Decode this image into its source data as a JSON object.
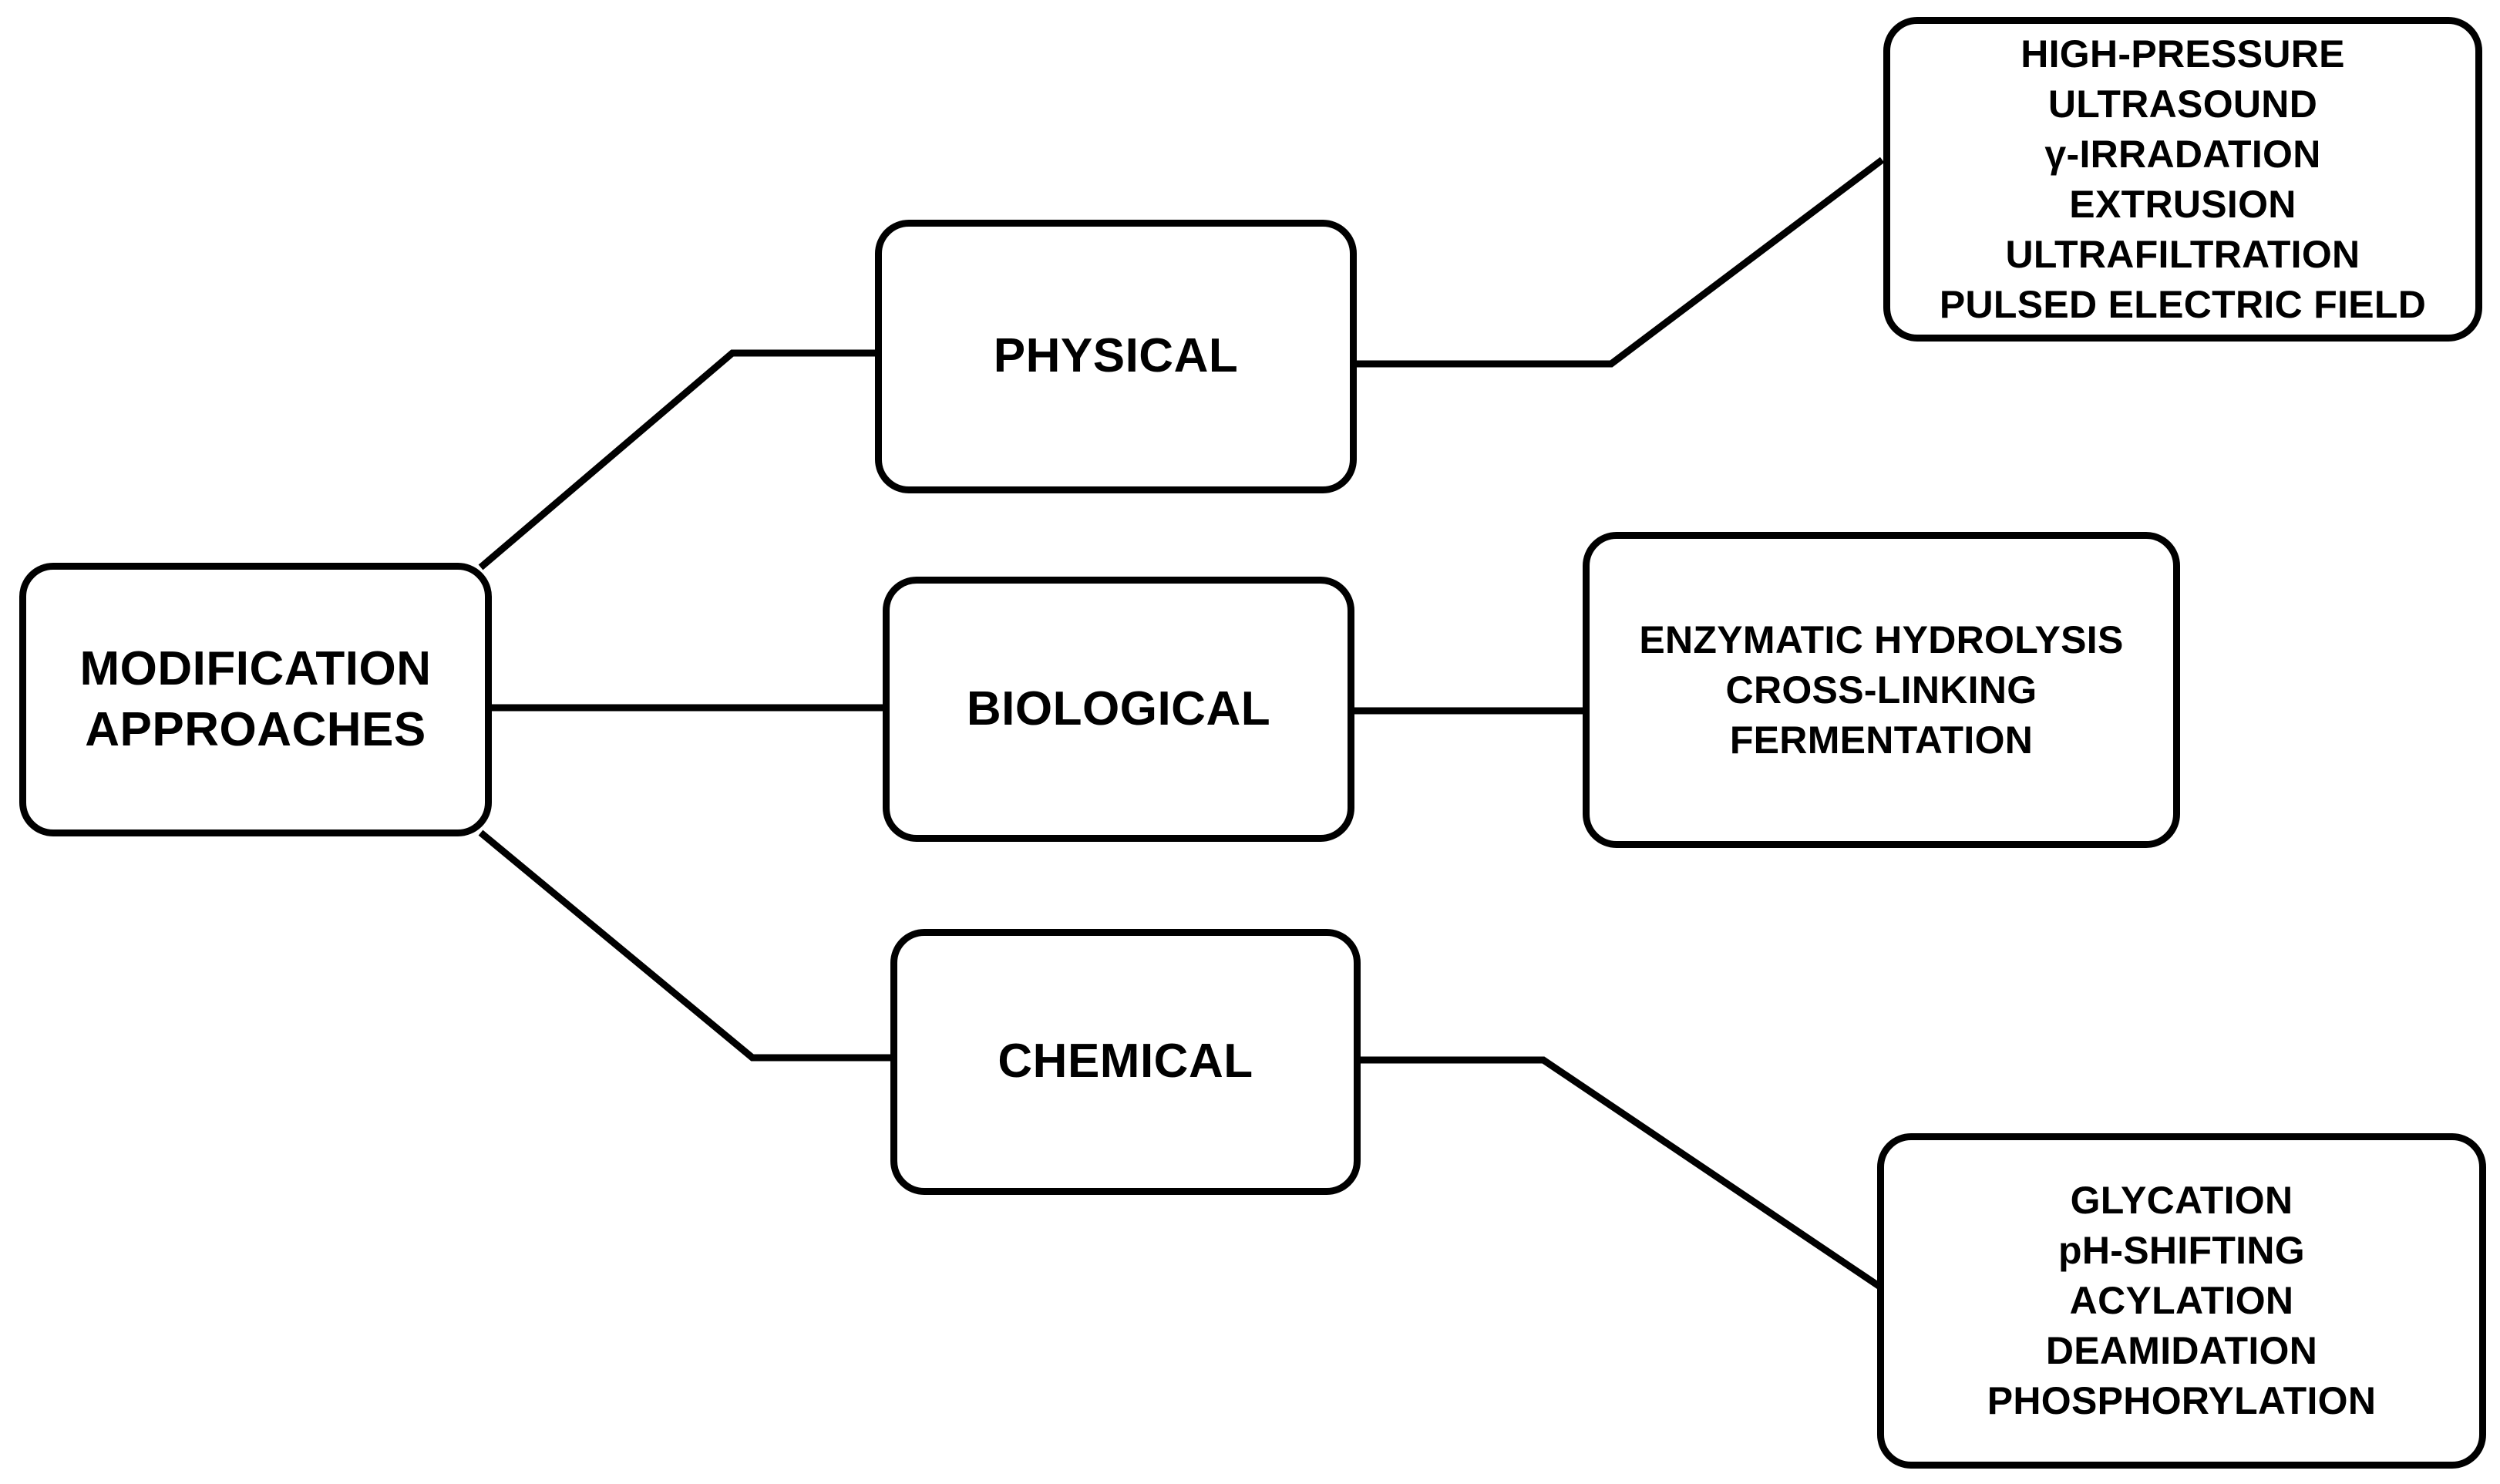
{
  "diagram": {
    "title": "Modification Approaches",
    "line_color": "#000000",
    "background_color": "#ffffff",
    "root": {
      "label": "MODIFICATION\nAPPROACHES"
    },
    "categories": [
      {
        "id": "physical",
        "label": "PHYSICAL"
      },
      {
        "id": "biological",
        "label": "BIOLOGICAL"
      },
      {
        "id": "chemical",
        "label": "CHEMICAL"
      }
    ],
    "method_groups": [
      {
        "id": "physical-methods",
        "parent": "physical",
        "items": [
          "HIGH-PRESSURE",
          "ULTRASOUND",
          "γ-IRRADATION",
          "EXTRUSION",
          "ULTRAFILTRATION",
          "PULSED ELECTRIC FIELD"
        ]
      },
      {
        "id": "biological-methods",
        "parent": "biological",
        "items": [
          "ENZYMATIC HYDROLYSIS",
          "CROSS-LINKING",
          "FERMENTATION"
        ]
      },
      {
        "id": "chemical-methods",
        "parent": "chemical",
        "items": [
          "GLYCATION",
          "pH-SHIFTING",
          "ACYLATION",
          "DEAMIDATION",
          "PHOSPHORYLATION"
        ]
      }
    ],
    "connectors": [
      {
        "id": "root-to-physical",
        "from": "root",
        "to": "physical"
      },
      {
        "id": "root-to-biological",
        "from": "root",
        "to": "biological"
      },
      {
        "id": "root-to-chemical",
        "from": "root",
        "to": "chemical"
      },
      {
        "id": "physical-to-methods",
        "from": "physical",
        "to": "physical-methods"
      },
      {
        "id": "biological-to-methods",
        "from": "biological",
        "to": "biological-methods"
      },
      {
        "id": "chemical-to-methods",
        "from": "chemical",
        "to": "chemical-methods"
      }
    ]
  }
}
